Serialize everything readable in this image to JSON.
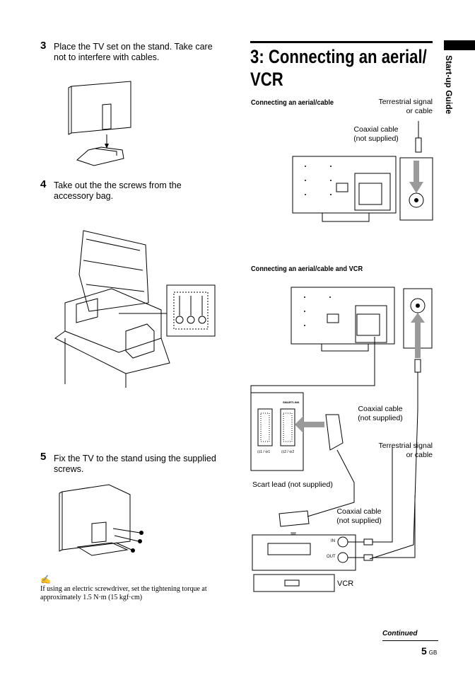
{
  "side_tab": {
    "label": "Start-up Guide"
  },
  "steps": [
    {
      "number": "3",
      "text_line1": "Place the TV set on the stand. Take care",
      "text_line2": "not to interfere with cables."
    },
    {
      "number": "4",
      "text_line1": "Take out the the screws from the",
      "text_line2": "accessory bag."
    },
    {
      "number": "5",
      "text_line1": "Fix the TV to the stand using the supplied",
      "text_line2": "screws."
    }
  ],
  "note": {
    "icon": "pencil-note-icon",
    "line1": "If using an electric screwdriver, set the tightening torque at",
    "line2": "approximately 1.5 N·m (15 kgf·cm)"
  },
  "section": {
    "title_line1": "3: Connecting an aerial/",
    "title_line2": "VCR"
  },
  "diagram1": {
    "subheading": "Connecting an aerial/cable",
    "signal_line1": "Terrestrial signal",
    "signal_line2": "or cable",
    "coax_line1": "Coaxial cable",
    "coax_line2": "(not supplied)"
  },
  "diagram2": {
    "subheading": "Connecting an aerial/cable and VCR",
    "coax_a_line1": "Coaxial cable",
    "coax_a_line2": "(not supplied)",
    "signal_line1": "Terrestrial signal",
    "signal_line2": "or cable",
    "scart": "Scart lead (not supplied)",
    "coax_b_line1": "Coaxial cable",
    "coax_b_line2": "(not supplied)",
    "smartlink": "SMARTLINK",
    "port1": "⊡1 / ⊖1",
    "port2": "⊡2 / ⊖2",
    "in_label": "IN",
    "out_label": "OUT",
    "vcr": "VCR"
  },
  "footer": {
    "continued": "Continued",
    "page_number": "5",
    "page_suffix": "GB"
  }
}
